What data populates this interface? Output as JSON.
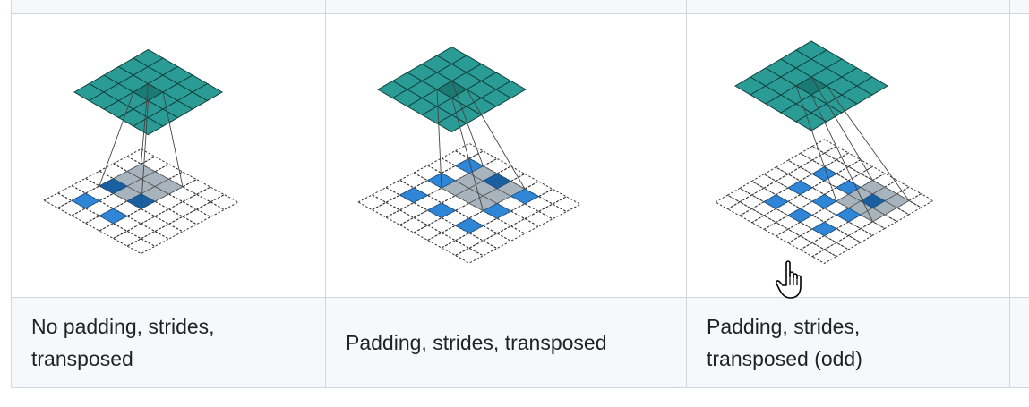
{
  "table": {
    "columns": [
      {
        "caption": "No padding, strides, transposed",
        "caption_lines": [
          "No padding, strides,",
          "transposed"
        ],
        "input_size": 3,
        "grid_size": 7,
        "highlight": [
          [
            3,
            1
          ],
          [
            3,
            2
          ],
          [
            4,
            1
          ],
          [
            4,
            2
          ]
        ],
        "blue_cells": [
          [
            1,
            3
          ],
          [
            3,
            3
          ],
          [
            3,
            1
          ],
          [
            1,
            1
          ]
        ]
      },
      {
        "caption": "Padding, strides, transposed",
        "caption_lines": [
          "Padding, strides, transposed"
        ],
        "input_size": 3,
        "grid_size": 8,
        "highlight": [
          [
            4,
            2
          ],
          [
            4,
            3
          ],
          [
            5,
            2
          ],
          [
            5,
            3
          ]
        ],
        "blue_cells": [
          [
            2,
            1
          ],
          [
            4,
            1
          ],
          [
            6,
            1
          ],
          [
            2,
            3
          ],
          [
            6,
            3
          ],
          [
            2,
            5
          ],
          [
            4,
            5
          ],
          [
            6,
            5
          ]
        ]
      },
      {
        "caption": "Padding, strides, transposed (odd)",
        "caption_lines": [
          "Padding, strides,",
          "transposed (odd)"
        ],
        "input_size": 3,
        "grid_size": 9,
        "highlight": [
          [
            5,
            5
          ],
          [
            5,
            6
          ],
          [
            6,
            5
          ],
          [
            6,
            6
          ]
        ],
        "blue_cells": [
          [
            2,
            2
          ],
          [
            4,
            2
          ],
          [
            6,
            2
          ],
          [
            2,
            4
          ],
          [
            4,
            4
          ],
          [
            6,
            4
          ],
          [
            2,
            6
          ],
          [
            4,
            6
          ],
          [
            6,
            6
          ]
        ]
      }
    ]
  },
  "colors": {
    "output": "#2a9c95",
    "output_dark": "#1c7a75",
    "input_blue": "#2f86d6",
    "input_dark": "#1a5f9f",
    "highlight_gray": "#a7b3bd",
    "border": "#d0d7de",
    "caption_bg": "#f6f8fa"
  },
  "cursor": "hand-pointer-icon"
}
